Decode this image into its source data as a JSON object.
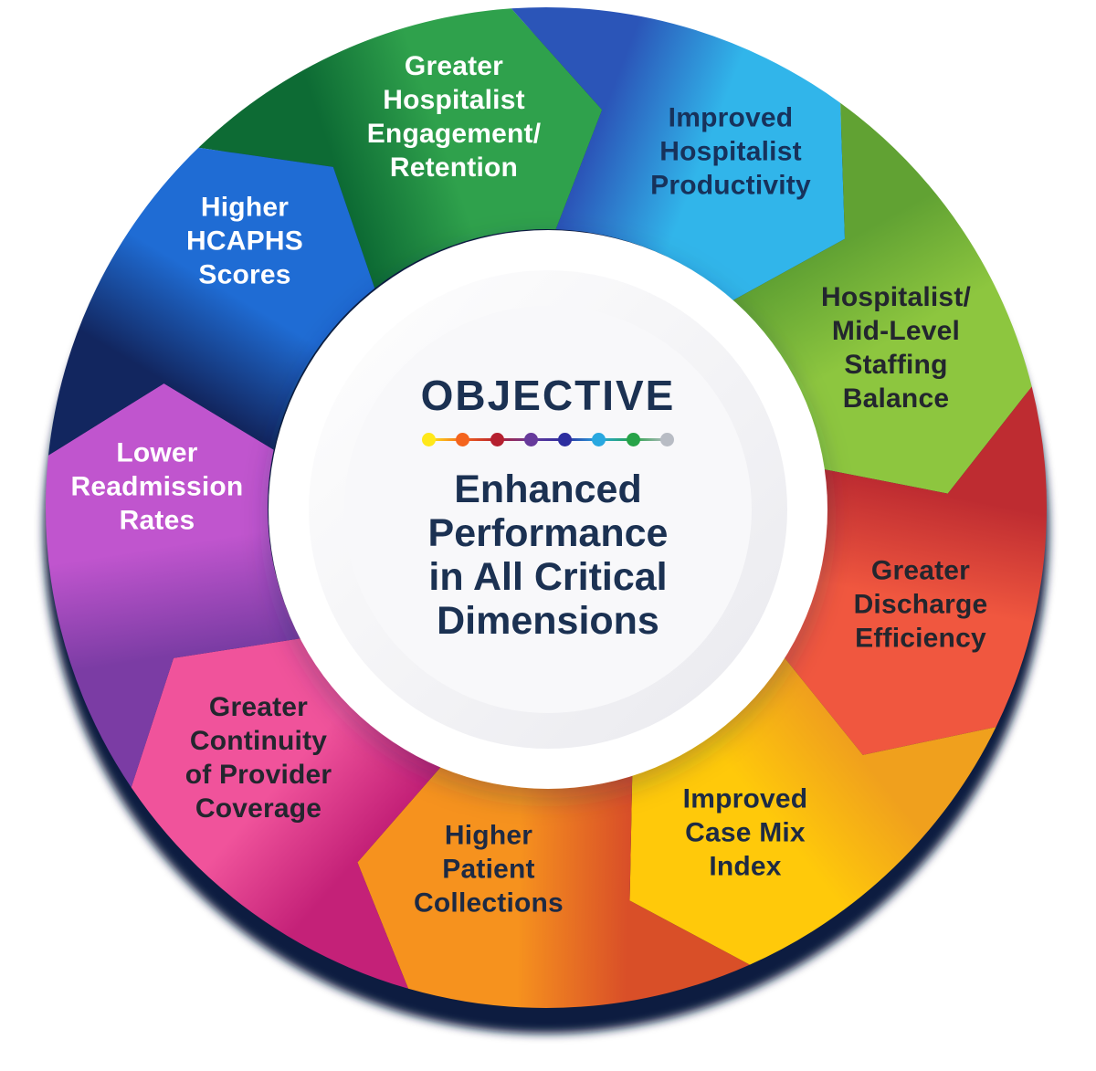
{
  "wheel": {
    "shadow_color": "#0c1c40",
    "segments": [
      {
        "id": "greater-hospitalist-engagement-retention",
        "label": "Greater\nHospitalist\nEngagement/\nRetention",
        "color_bright": "#2fa14c",
        "color_dark": "#0d6b34",
        "text_color": "#ffffff"
      },
      {
        "id": "improved-hospitalist-productivity",
        "label": "Improved\nHospitalist\nProductivity",
        "color_bright": "#31b5ea",
        "color_dark": "#2b55b8",
        "text_color": "#17325b"
      },
      {
        "id": "hospitalist-mid-level-staffing-balance",
        "label": "Hospitalist/\nMid-Level\nStaffing\nBalance",
        "color_bright": "#8dc63f",
        "color_dark": "#61a233",
        "text_color": "#23262e"
      },
      {
        "id": "greater-discharge-efficiency",
        "label": "Greater\nDischarge\nEfficiency",
        "color_bright": "#f0573f",
        "color_dark": "#be2c31",
        "text_color": "#23262e"
      },
      {
        "id": "improved-case-mix-index",
        "label": "Improved\nCase Mix\nIndex",
        "color_bright": "#ffc90a",
        "color_dark": "#f0a01d",
        "text_color": "#1d2a44"
      },
      {
        "id": "higher-patient-collections",
        "label": "Higher\nPatient\nCollections",
        "color_bright": "#f6921e",
        "color_dark": "#d94f28",
        "text_color": "#1d2a44"
      },
      {
        "id": "greater-continuity-of-provider-coverage",
        "label": "Greater\nContinuity\nof Provider\nCoverage",
        "color_bright": "#f0539b",
        "color_dark": "#c42178",
        "text_color": "#23262e"
      },
      {
        "id": "lower-readmission-rates",
        "label": "Lower\nReadmission\nRates",
        "color_bright": "#c055ce",
        "color_dark": "#7b3ca4",
        "text_color": "#ffffff"
      },
      {
        "id": "higher-hcaphs-scores",
        "label": "Higher\nHCAPHS\nScores",
        "color_bright": "#1f6cd4",
        "color_dark": "#12265f",
        "text_color": "#ffffff"
      }
    ]
  },
  "center": {
    "title": "OBJECTIVE",
    "subtitle": "Enhanced\nPerformance\nin All Critical\nDimensions",
    "text_color": "#1b3152",
    "divider_colors": [
      "#ffe81a",
      "#f4641d",
      "#b5202f",
      "#673a9b",
      "#2d2e9f",
      "#29a8e0",
      "#27a348",
      "#b8bcc4"
    ]
  }
}
